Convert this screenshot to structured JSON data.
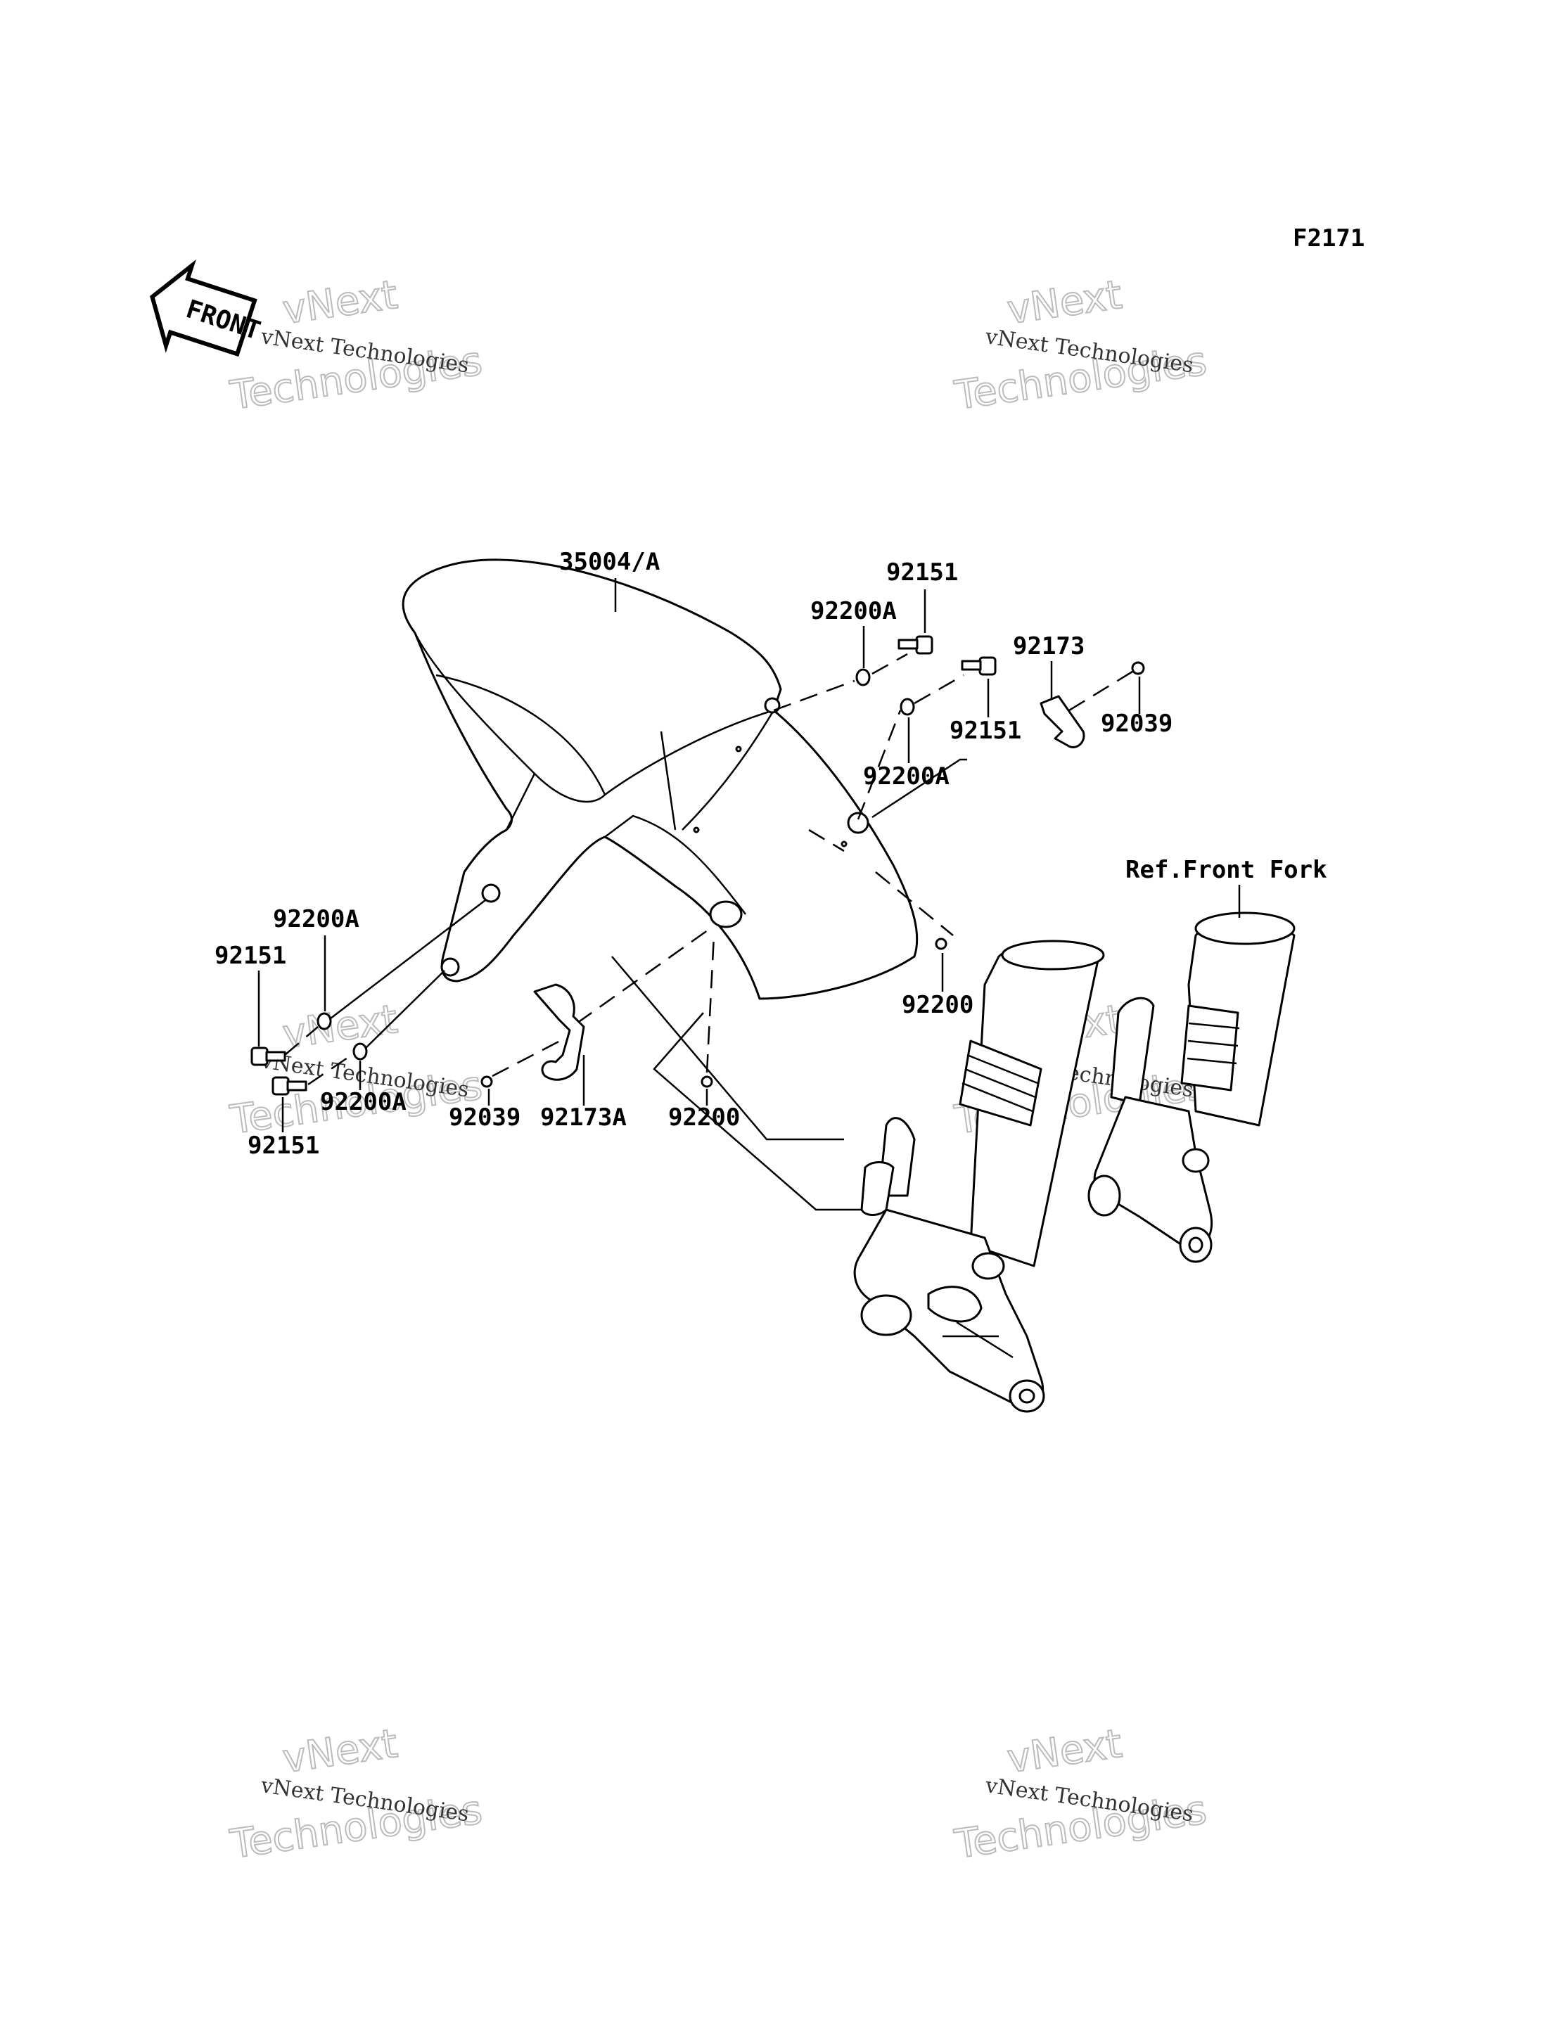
{
  "figure_code": "F2171",
  "front_arrow_text": "FRONT",
  "reference_label": "Ref.Front Fork",
  "watermark": {
    "line1": "vNext Technologies",
    "big_top": "vNext",
    "big_bottom": "Technologies"
  },
  "part_labels": {
    "fender": "35004/A",
    "screw_top": "92151",
    "washer_top": "92200A",
    "clamp_top": "92173",
    "screw_right": "92151",
    "grommet_right": "92039",
    "washer_right": "92200A",
    "nut_right": "92200",
    "washer_left_top": "92200A",
    "screw_left_top": "92151",
    "washer_left_bottom": "92200A",
    "screw_left_bottom": "92151",
    "grommet_left": "92039",
    "clamp_left": "92173A",
    "nut_center": "92200"
  },
  "colors": {
    "line": "#000000",
    "watermark_outline": "#bbbbbb",
    "background": "#ffffff"
  },
  "icons": {
    "front_arrow": "front-arrow-icon"
  }
}
